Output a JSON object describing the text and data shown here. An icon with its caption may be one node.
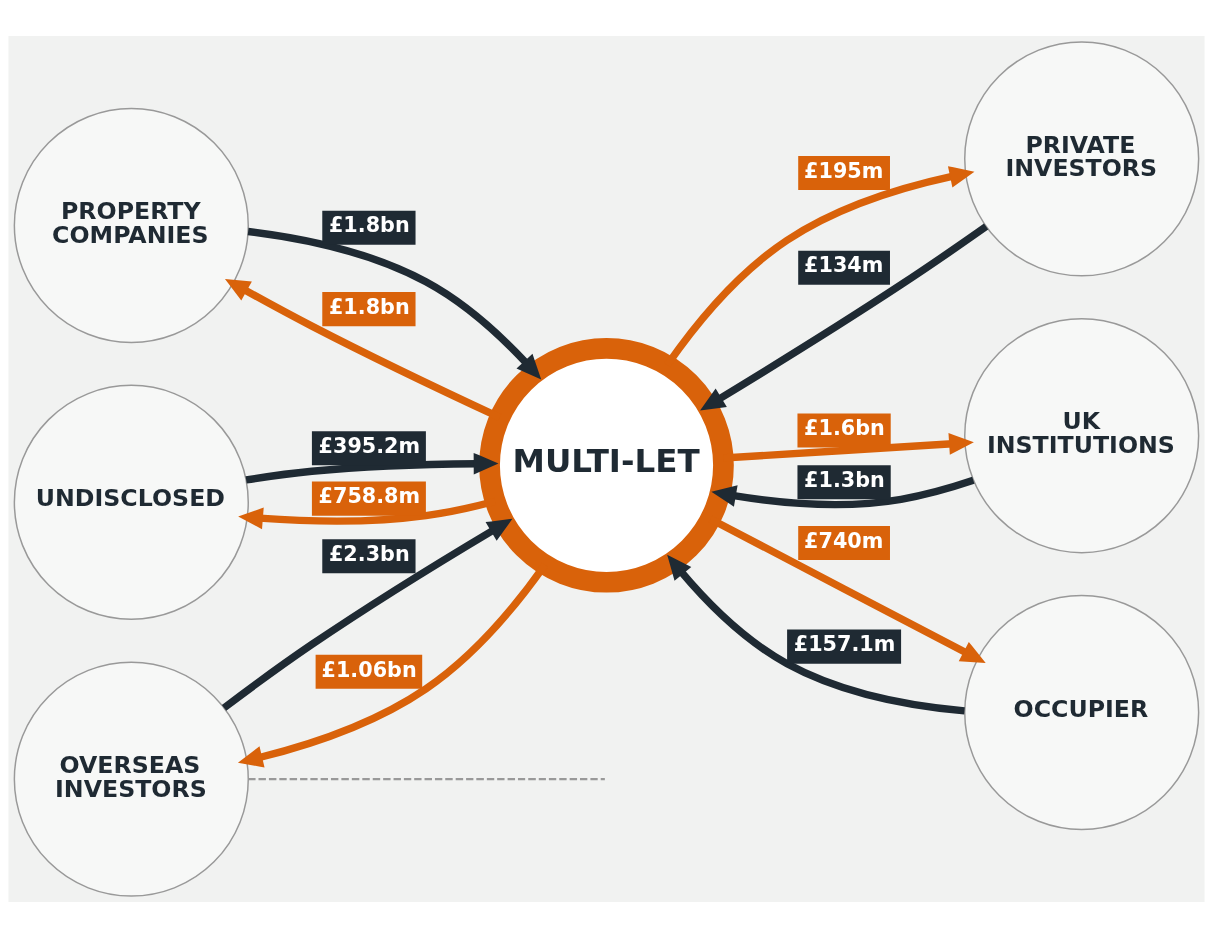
{
  "diagram": {
    "nodes": [
      {
        "text": [
          "PROPERTY COMPANIES"
        ]
      },
      {
        "text": [
          "PRIVATE INVESTORS"
        ]
      },
      {
        "text": [
          "UNDISCLOSED"
        ]
      },
      {
        "text": [
          "MULTI-LET"
        ]
      },
      {
        "text": [
          "UK INSTITUTIONS"
        ]
      },
      {
        "text": [
          "OVERSEAS INVESTORS"
        ]
      },
      {
        "text": [
          "OCCUPIER"
        ]
      }
    ],
    "edges": [
      {
        "from": 0,
        "to": 3,
        "arrow": "to",
        "label": "£1.8bn",
        "color": "#1f2a33"
      },
      {
        "from": 3,
        "to": 0,
        "arrow": "to",
        "label": "£1.8bn",
        "color": "#d9620a"
      },
      {
        "from": 3,
        "to": 1,
        "arrow": "to",
        "label": "£195m",
        "color": "#d9620a"
      },
      {
        "from": 1,
        "to": 3,
        "arrow": "to",
        "label": "£134m",
        "color": "#1f2a33"
      },
      {
        "from": 2,
        "to": 3,
        "arrow": "to",
        "label": "£395.2m",
        "color": "#1f2a33"
      },
      {
        "from": 3,
        "to": 2,
        "arrow": "to",
        "label": "£758.8m",
        "color": "#d9620a"
      },
      {
        "from": 3,
        "to": 4,
        "arrow": "to",
        "label": "£1.6bn",
        "color": "#d9620a"
      },
      {
        "from": 4,
        "to": 3,
        "arrow": "to",
        "label": "£1.3bn",
        "color": "#1f2a33"
      },
      {
        "from": 5,
        "to": 3,
        "arrow": "to",
        "label": "£2.3bn",
        "color": "#1f2a33"
      },
      {
        "from": 3,
        "to": 5,
        "arrow": "to",
        "label": "£1.06bn",
        "color": "#d9620a"
      },
      {
        "from": 3,
        "to": 6,
        "arrow": "to",
        "label": "£740m",
        "color": "#d9620a"
      },
      {
        "from": 6,
        "to": 3,
        "arrow": "to",
        "label": "£157.1m",
        "color": "#1f2a33"
      },
      {
        "from": 5,
        "to": null,
        "arrow": "none",
        "style": "dashed",
        "color": "#999999"
      }
    ]
  }
}
